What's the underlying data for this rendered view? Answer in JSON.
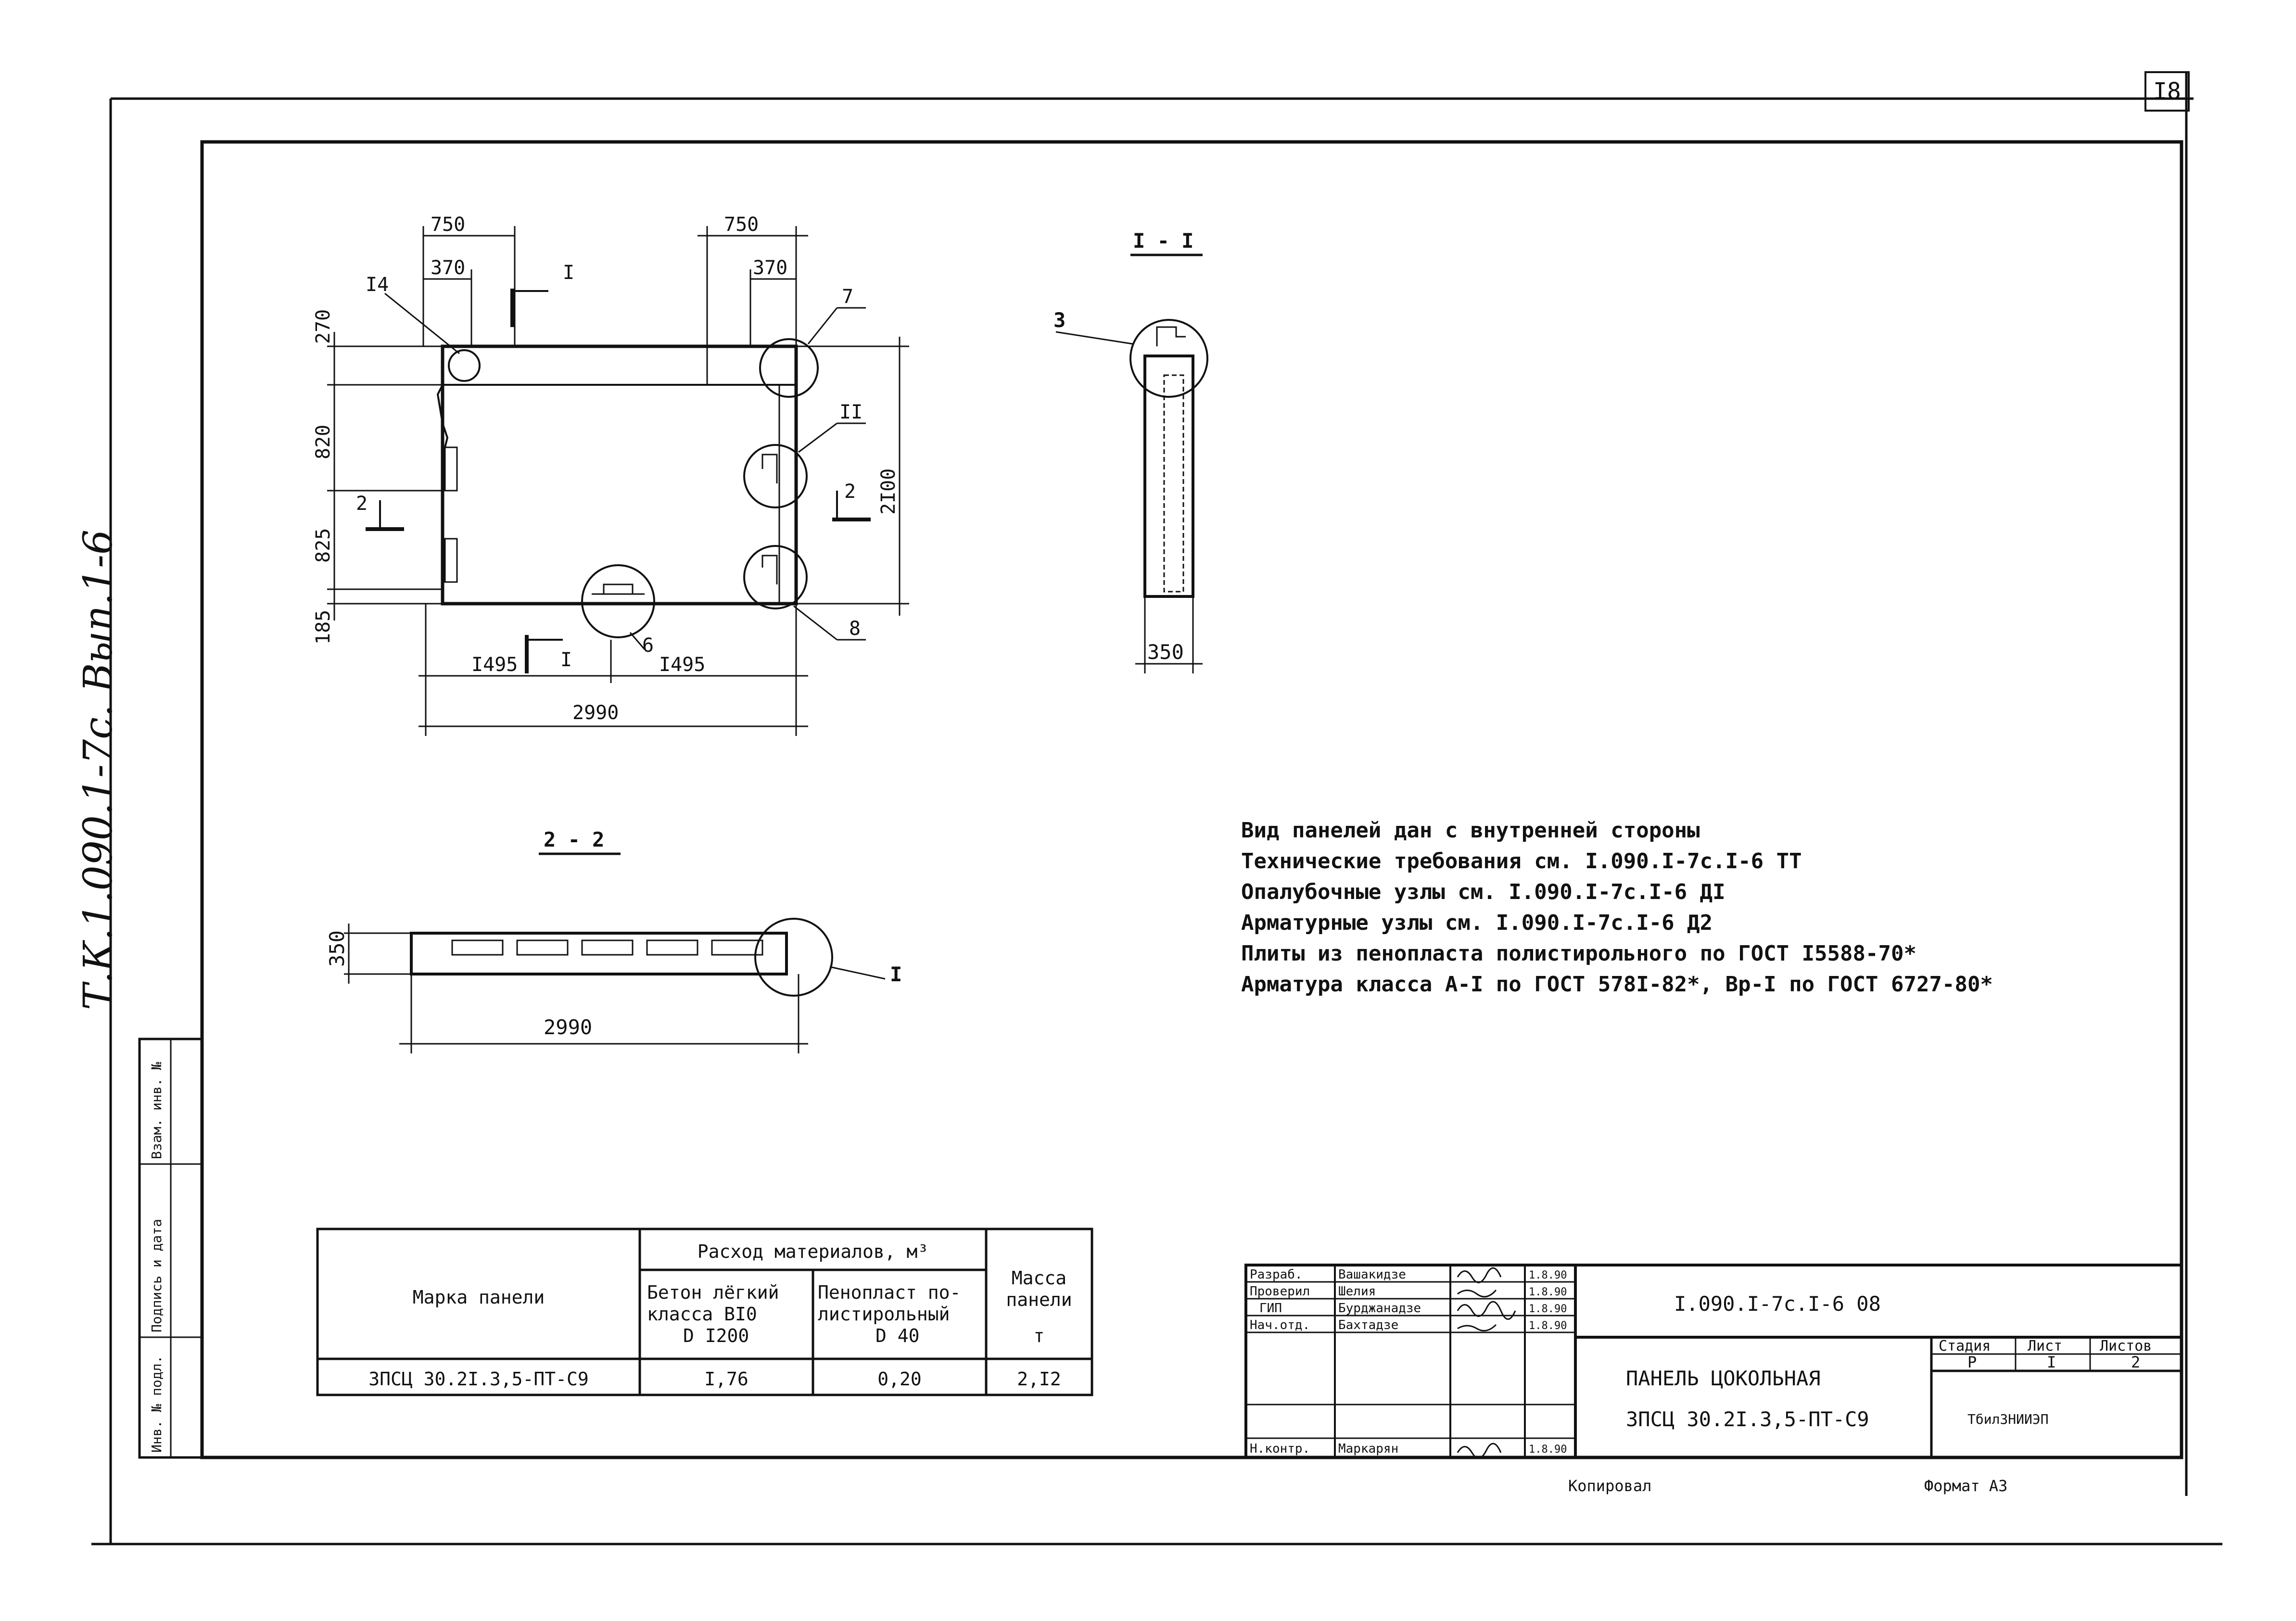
{
  "sheet_number": "I8",
  "side_note": "Т.К.1.090.1-7с. Вып.1-6",
  "side_stamp": [
    "Инв. № подл.",
    "Подпись и дата",
    "Взам. инв. №"
  ],
  "dims": {
    "top_left_750": "750",
    "top_left_370": "370",
    "top_right_750": "750",
    "top_right_370": "370",
    "h_270": "270",
    "h_820": "820",
    "h_825": "825",
    "h_185": "185",
    "h_2100": "2I00",
    "b_1495_left": "I495",
    "b_1495_right": "I495",
    "b_2990": "2990",
    "s11_350": "350",
    "s22_350": "350",
    "s22_2990": "2990"
  },
  "callouts": {
    "c14": "I4",
    "c7": "7",
    "c11": "II",
    "c8": "8",
    "c6": "6",
    "c3": "3",
    "c1": "I",
    "cut_I_top": "I",
    "cut_I_bottom": "I",
    "cut_2_left": "2",
    "cut_2_right": "2"
  },
  "section_titles": {
    "s11": "I - I",
    "s22": "2 - 2"
  },
  "notes": [
    "Вид панелей дан с внутренней стороны",
    "Технические требования см. I.090.I-7с.I-6 ТТ",
    "Опалубочные узлы см. I.090.I-7с.I-6 ДI",
    "Арматурные узлы см. I.090.I-7с.I-6 Д2",
    "Плиты из пенопласта полистирольного по ГОСТ I5588-70*",
    "Арматура класса А-I по ГОСТ 578I-82*, Вр-I по ГОСТ 6727-80*"
  ],
  "materials_table": {
    "col_mark": "Марка панели",
    "col_group": "Расход материалов, м³",
    "col_concrete": [
      "Бетон лёгкий",
      "класса   BI0",
      "D I200"
    ],
    "col_foam": [
      "Пенопласт по-",
      "листирольный",
      "D 40"
    ],
    "col_mass": [
      "Масса",
      "панели",
      "т"
    ],
    "row": {
      "mark": "ЗПСЦ 30.2I.3,5-ПТ-С9",
      "concrete": "I,76",
      "foam": "0,20",
      "mass": "2,I2"
    }
  },
  "title_block": {
    "rows": [
      {
        "role": "Разраб.",
        "name": "Вашакидзе",
        "date": "1.8.90"
      },
      {
        "role": "Проверил",
        "name": "Шелия",
        "date": "1.8.90"
      },
      {
        "role": "ГИП",
        "name": "Бурджанадзе",
        "date": "1.8.90"
      },
      {
        "role": "Нач.отд.",
        "name": "Бахтадзе",
        "date": "1.8.90"
      },
      {
        "role": "Н.контр.",
        "name": "Маркарян",
        "date": "1.8.90"
      }
    ],
    "doc_code": "I.090.I-7с.I-6 08",
    "title1": "ПАНЕЛЬ ЦОКОЛЬНАЯ",
    "title2": "ЗПСЦ 30.2I.3,5-ПТ-С9",
    "stage_label": "Стадия",
    "sheet_label": "Лист",
    "sheets_label": "Листов",
    "stage": "Р",
    "sheet": "I",
    "sheets": "2",
    "org": "ТбилЗНИИЭП"
  },
  "footer": {
    "copied": "Копировал",
    "format": "Формат А3"
  }
}
